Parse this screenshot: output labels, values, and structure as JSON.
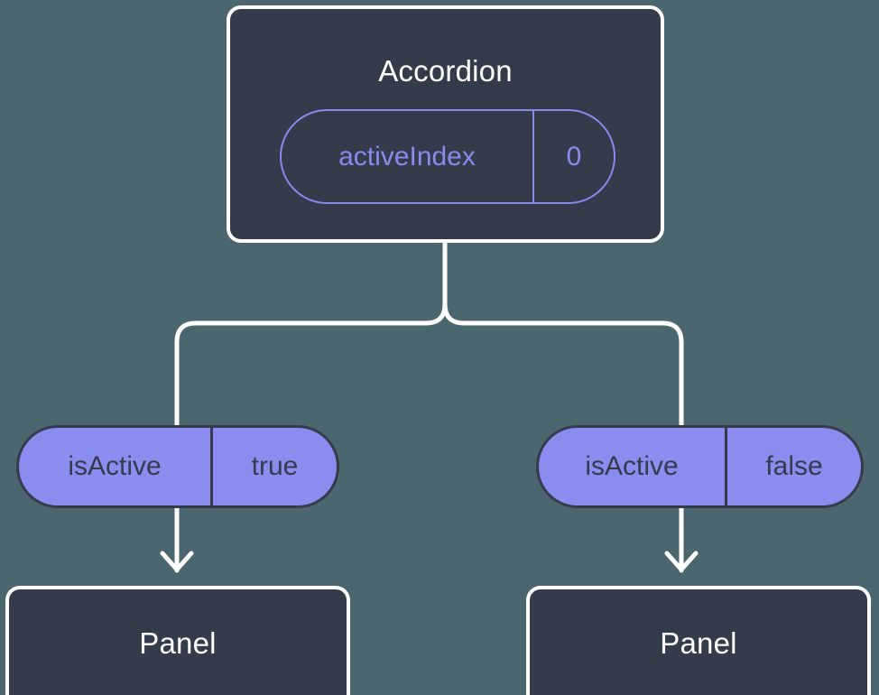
{
  "diagram": {
    "background_color": "#4c6670",
    "node_fill": "#343b4b",
    "node_stroke": "#ffffff",
    "accent_color": "#878bf0",
    "edge_color": "#ffffff",
    "root": {
      "title": "Accordion",
      "state": {
        "key": "activeIndex",
        "value": "0"
      }
    },
    "branches": [
      {
        "side": "left",
        "prop": {
          "key": "isActive",
          "value": "true"
        },
        "child": {
          "title": "Panel"
        }
      },
      {
        "side": "right",
        "prop": {
          "key": "isActive",
          "value": "false"
        },
        "child": {
          "title": "Panel"
        }
      }
    ]
  }
}
